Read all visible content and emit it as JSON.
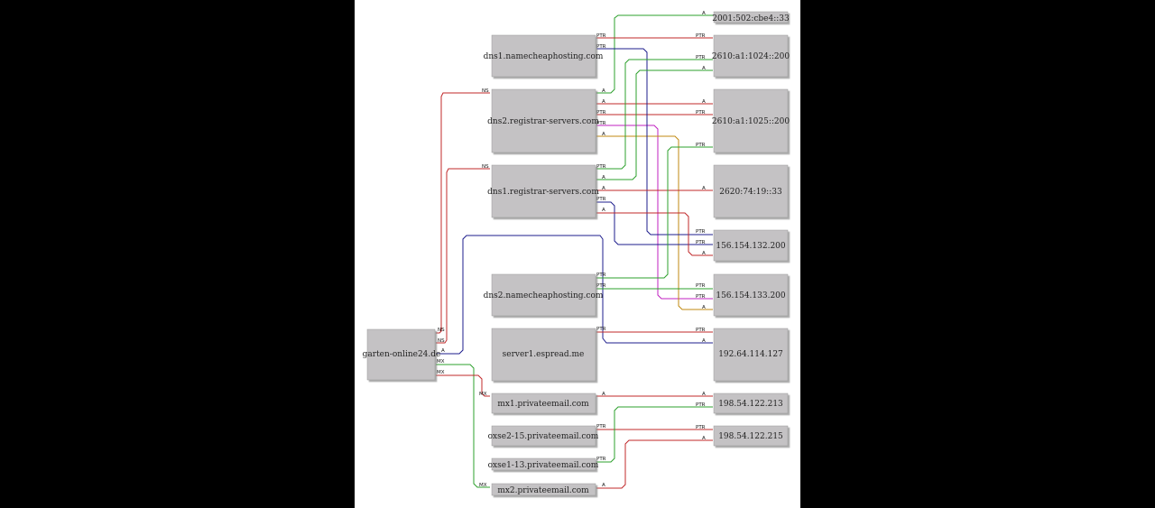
{
  "colors": {
    "node_fill": "#c4c2c4",
    "red": "#c0282a",
    "green": "#2ca02c",
    "blue": "#1c1c8c",
    "magenta": "#c020c0",
    "orange": "#c08a10"
  },
  "nodes": {
    "garten": "garten-online24.de",
    "ns1nc": "dns1.namecheaphosting.com",
    "ns2rs": "dns2.registrar-servers.com",
    "ns1rs": "dns1.registrar-servers.com",
    "ns2nc": "dns2.namecheaphosting.com",
    "server1": "server1.espread.me",
    "mx1": "mx1.privateemail.com",
    "oxse2": "oxse2-15.privateemail.com",
    "oxse1": "oxse1-13.privateemail.com",
    "mx2": "mx2.privateemail.com",
    "ip6a": "2001:502:cbe4::33",
    "ip6b": "2610:a1:1024::200",
    "ip6c": "2610:a1:1025::200",
    "ip6d": "2620:74:19::33",
    "ip4a": "156.154.132.200",
    "ip4b": "156.154.133.200",
    "ip4c": "192.64.114.127",
    "ip4d": "198.54.122.213",
    "ip4e": "198.54.122.215"
  },
  "record_labels": {
    "ns": "NS",
    "mx": "MX",
    "a": "A",
    "ptr": "PTR"
  }
}
